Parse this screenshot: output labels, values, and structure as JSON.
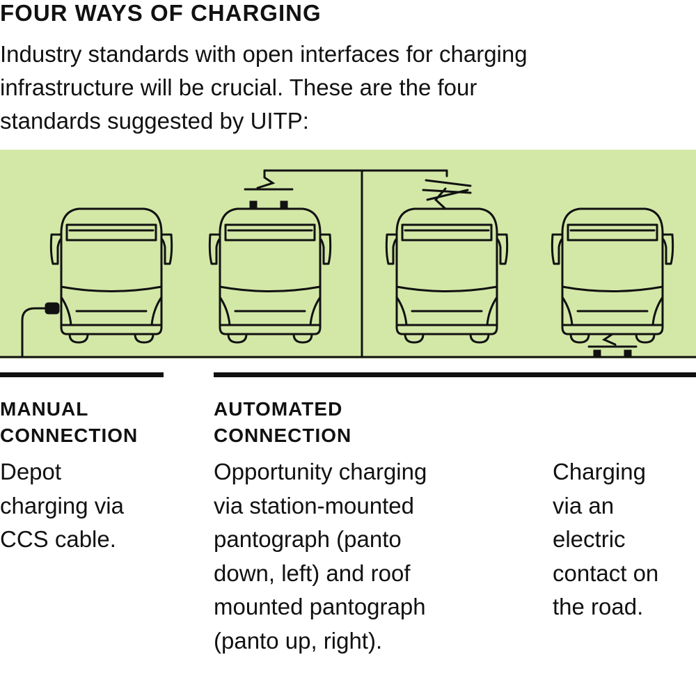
{
  "header": {
    "title": "FOUR WAYS OF CHARGING",
    "intro_lines": [
      "Industry standards with open interfaces for charging",
      "infrastructure will be crucial. These are the four",
      "standards suggested by UITP:"
    ]
  },
  "colors": {
    "panel_background": "#d3e8a7",
    "line": "#111111",
    "text": "#111111"
  },
  "categories": {
    "manual": [
      "MANUAL",
      "CONNECTION"
    ],
    "automated": [
      "AUTOMATED",
      "CONNECTION"
    ]
  },
  "descriptions": {
    "depot": [
      "Depot",
      "charging via",
      "CCS cable."
    ],
    "opportunity": [
      "Opportunity charging",
      "via station-mounted",
      "pantograph (panto",
      "down, left) and roof",
      "mounted pantograph",
      "(panto up, right)."
    ],
    "road": [
      "Charging",
      "via an",
      "electric",
      "contact on",
      "the road."
    ]
  }
}
